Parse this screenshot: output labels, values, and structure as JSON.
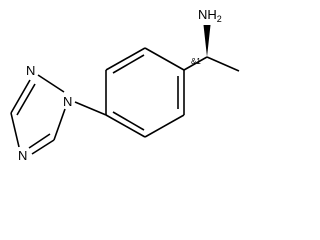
{
  "molecule": {
    "atom_labels": {
      "amine": {
        "main": "NH",
        "subscript": "2"
      },
      "triazole_n1": "N",
      "triazole_n2": "N",
      "triazole_n4": "N"
    },
    "stereo_label": "&1",
    "colors": {
      "ink": "#000000",
      "background": "#ffffff"
    }
  }
}
